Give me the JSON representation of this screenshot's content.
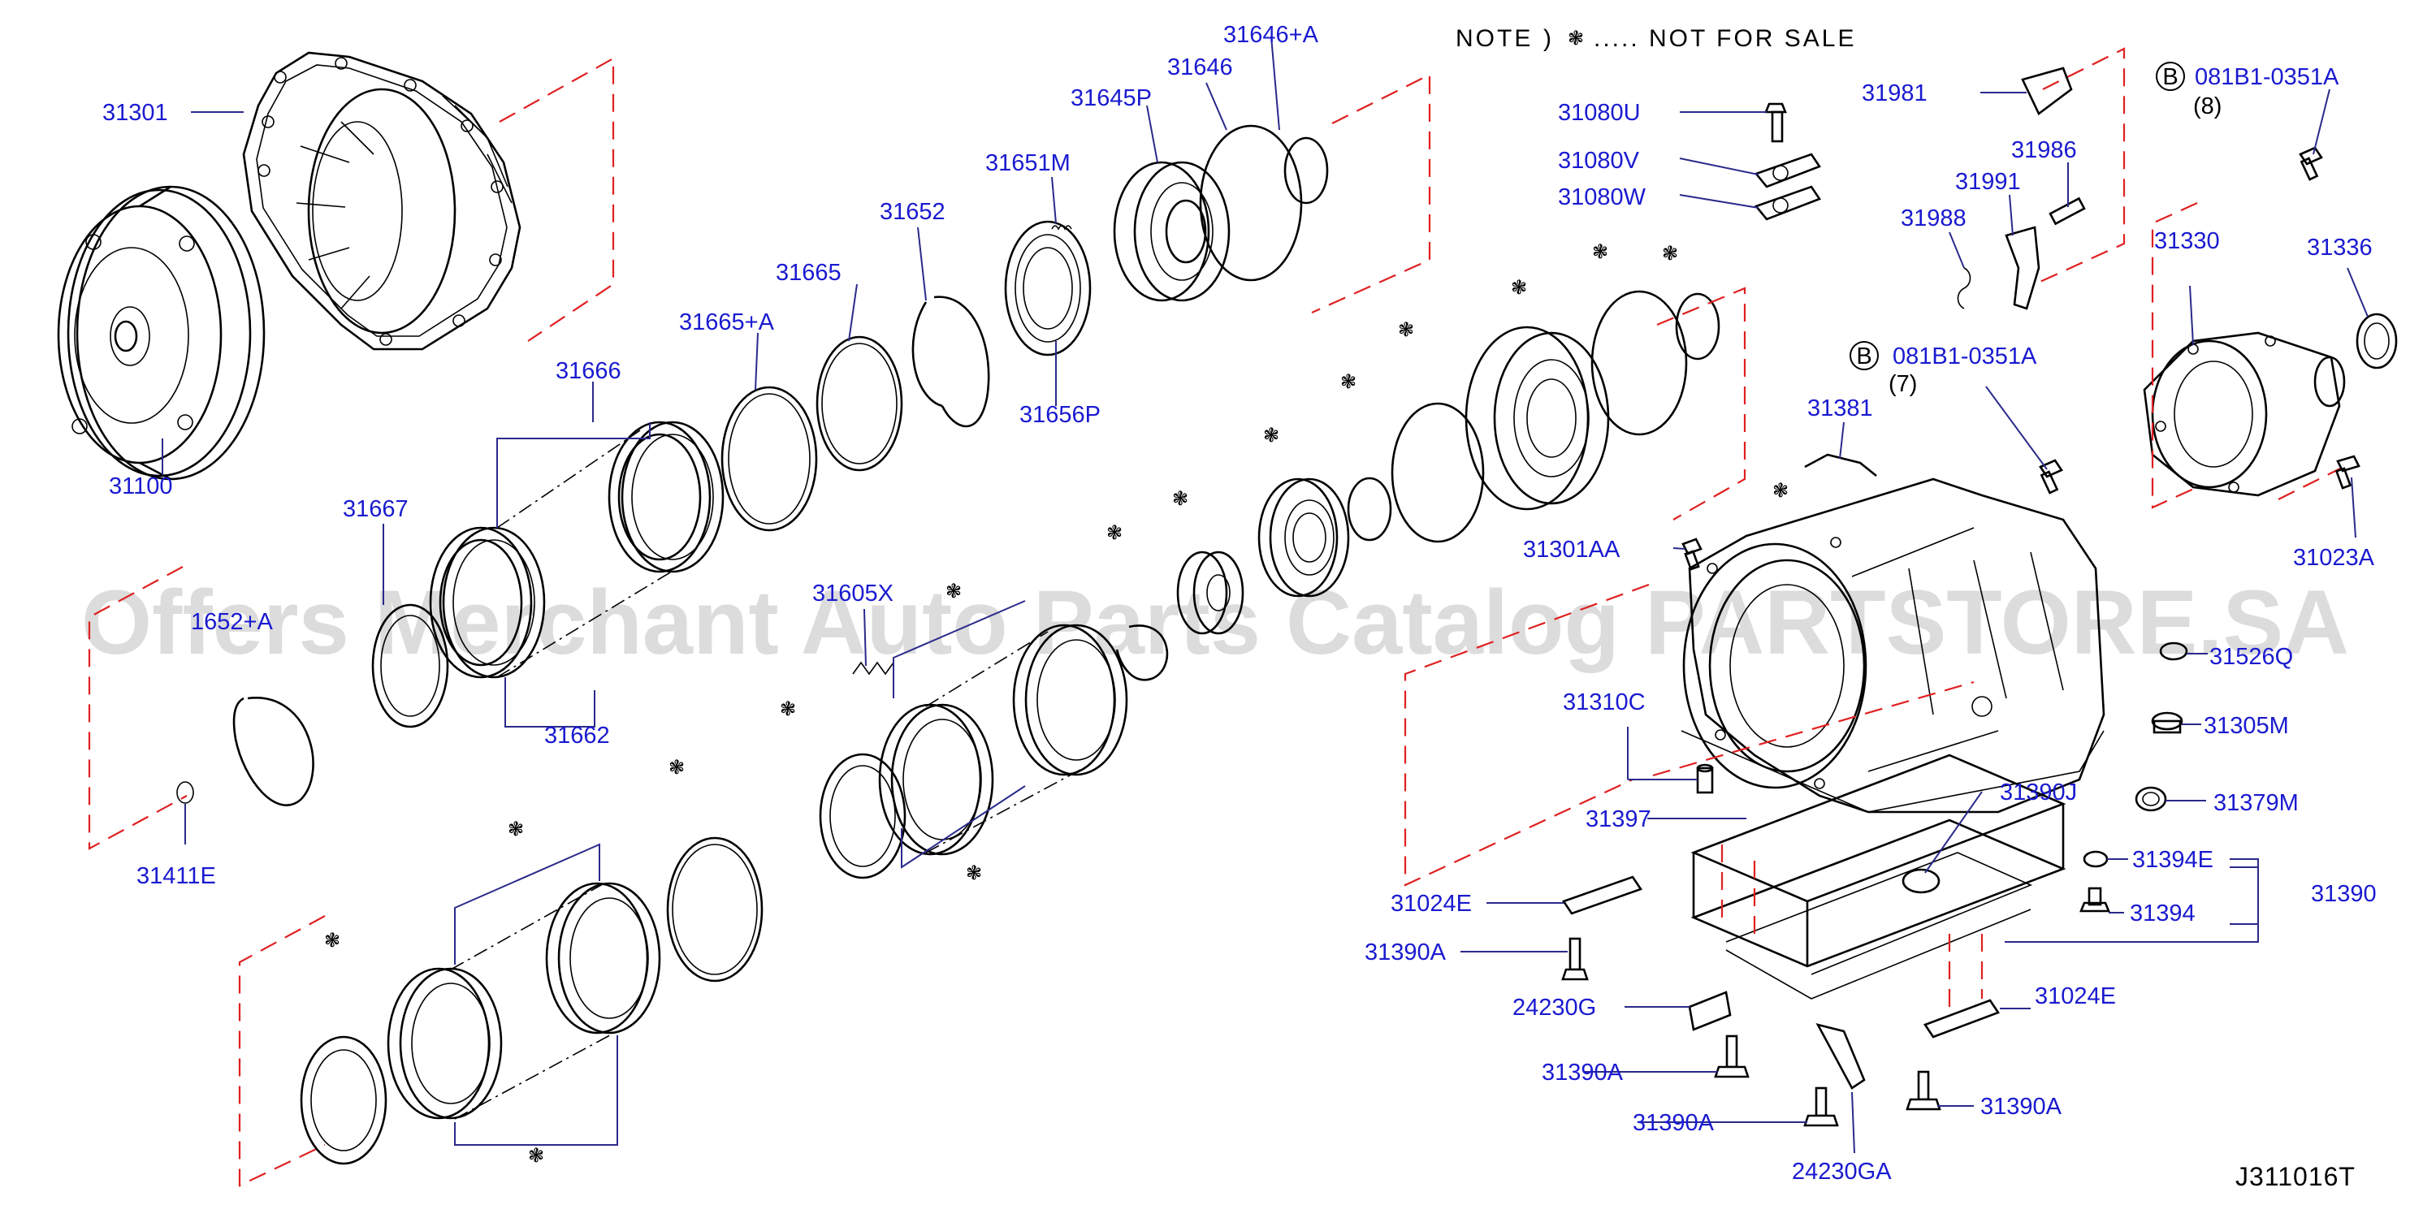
{
  "note": {
    "prefix": "NOTE",
    "paren": ")",
    "symbol": "❃",
    "text": "..... NOT FOR SALE"
  },
  "reference_code": "J311016T",
  "watermark": "Offers Merchant Auto Parts Catalog PARTSTORE.SA",
  "colors": {
    "label": "#1a1ad0",
    "leader": "#2a2a8a",
    "dash": "#e02020",
    "line": "#000000",
    "watermark": "#d6d6d6"
  },
  "callouts": {
    "bolt_8": {
      "circle": "B",
      "part": "081B1-0351A",
      "qty": "(8)"
    },
    "bolt_7": {
      "circle": "B",
      "part": "081B1-0351A",
      "qty": "(7)"
    }
  },
  "labels": {
    "31301": "31301",
    "31100": "31100",
    "31646A": "31646+A",
    "31646": "31646",
    "31645P": "31645P",
    "31651M": "31651M",
    "31652": "31652",
    "31656P": "31656P",
    "31665": "31665",
    "31665A": "31665+A",
    "31666": "31666",
    "31667": "31667",
    "31662": "31662",
    "31652A": "1652+A",
    "31411E": "31411E",
    "31605X": "31605X",
    "31080U": "31080U",
    "31080V": "31080V",
    "31080W": "31080W",
    "31981": "31981",
    "31986": "31986",
    "31991": "31991",
    "31988": "31988",
    "31330": "31330",
    "31336": "31336",
    "31381": "31381",
    "31023A": "31023A",
    "31301AA": "31301AA",
    "31526Q": "31526Q",
    "31305M": "31305M",
    "31310C": "31310C",
    "31390J": "31390J",
    "31379M": "31379M",
    "31397": "31397",
    "31394E": "31394E",
    "31390": "31390",
    "31394": "31394",
    "31024E_l": "31024E",
    "31390A_1": "31390A",
    "24230G": "24230G",
    "31024E_r": "31024E",
    "31390A_2": "31390A",
    "31390A_3": "31390A",
    "31390A_4": "31390A",
    "24230GA": "24230GA"
  }
}
